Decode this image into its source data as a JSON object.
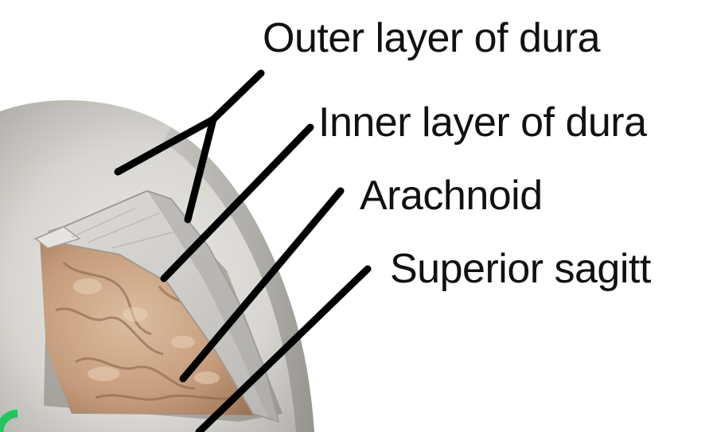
{
  "labels": {
    "outer_dura": "Outer layer of dura",
    "inner_dura": "Inner layer of dura",
    "arachnoid": "Arachnoid",
    "superior_sagittal": "Superior sagitt"
  },
  "colors": {
    "skull_bone": "#d6d4cf",
    "dura": "#c9c7c3",
    "brain_surface": "#c7a285",
    "leader_line": "#000000",
    "corner_badge": "#22c55e"
  }
}
